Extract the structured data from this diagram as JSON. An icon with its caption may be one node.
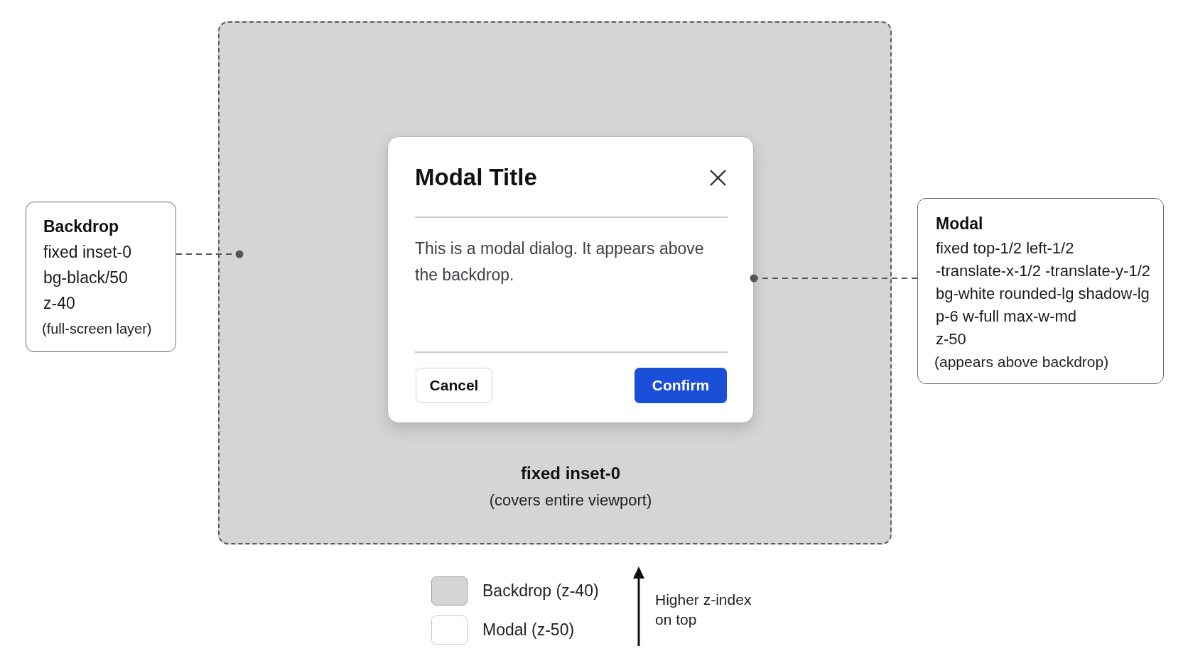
{
  "diagram": {
    "nodes": [
      {
        "text": [
          "fixed inset-0",
          "(covers entire viewport)"
        ]
      },
      {
        "text": [
          "Modal Title",
          "This is a modal dialog. It appears above the backdrop."
        ],
        "in": 0
      },
      {
        "text": [
          "Cancel"
        ],
        "in": 1
      },
      {
        "text": [
          "Confirm"
        ],
        "in": 1
      },
      {
        "text": [
          "Backdrop",
          "fixed inset-0",
          "bg-black/50",
          "z-40",
          "(full-screen layer)"
        ]
      },
      {
        "text": [
          "Modal",
          "fixed top-1/2 left-1/2",
          "-translate-x-1/2 -translate-y-1/2",
          "bg-white rounded-lg shadow-lg",
          "p-6 w-full max-w-md",
          "z-50",
          "(appears above backdrop)"
        ]
      }
    ],
    "edges": [
      {
        "from": 4,
        "to": 0,
        "arrow": "other",
        "style": "dashed"
      },
      {
        "from": 5,
        "to": 1,
        "arrow": "other",
        "style": "dashed"
      }
    ],
    "labels": [
      "Higher z-index on top"
    ],
    "legend": [
      {
        "text": "Backdrop (z-40)",
        "color": "#d5d5d5"
      },
      {
        "text": "Modal (z-50)",
        "color": "#ffffff"
      }
    ]
  }
}
